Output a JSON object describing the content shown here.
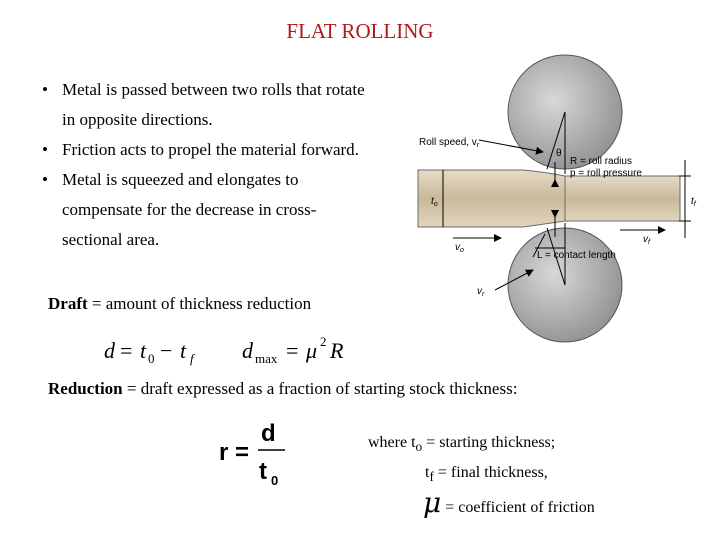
{
  "slide": {
    "title": "FLAT ROLLING",
    "bullets": [
      {
        "line1": "Metal is passed between two rolls that rotate",
        "line2": "in opposite directions."
      },
      {
        "line1": "Friction acts to propel the material forward."
      },
      {
        "line1": "Metal is squeezed and elongates to",
        "line2": "compensate for the decrease in cross-",
        "line3": "sectional area."
      }
    ],
    "bullet_glyph": "•",
    "draft": {
      "term": "Draft",
      "rest": " = amount of thickness reduction"
    },
    "reduction": {
      "term": "Reduction",
      "rest": " = draft expressed as a fraction of starting stock thickness:"
    },
    "notes": {
      "line1": "where  t",
      "line1_sub": "o",
      "line1_rest": " = starting thickness;",
      "line2": "t",
      "line2_sub": "f",
      "line2_rest": " = final thickness,",
      "line3_rest": "= coefficient of friction"
    }
  },
  "diagram": {
    "labels": {
      "roll_speed": "Roll speed, v",
      "roll_speed_sub": "r",
      "theta": "θ",
      "R": "R = roll radius",
      "p": "p = roll pressure",
      "to": "t",
      "to_sub": "o",
      "tf": "t",
      "tf_sub": "f",
      "vo": "v",
      "vo_sub": "o",
      "vf": "v",
      "vf_sub": "f",
      "L": "L = contact length",
      "vr": "v",
      "vr_sub": "r"
    }
  },
  "colors": {
    "title": "#b01818",
    "roll": "#9a9a9a",
    "stock": "#cdbfa6"
  }
}
